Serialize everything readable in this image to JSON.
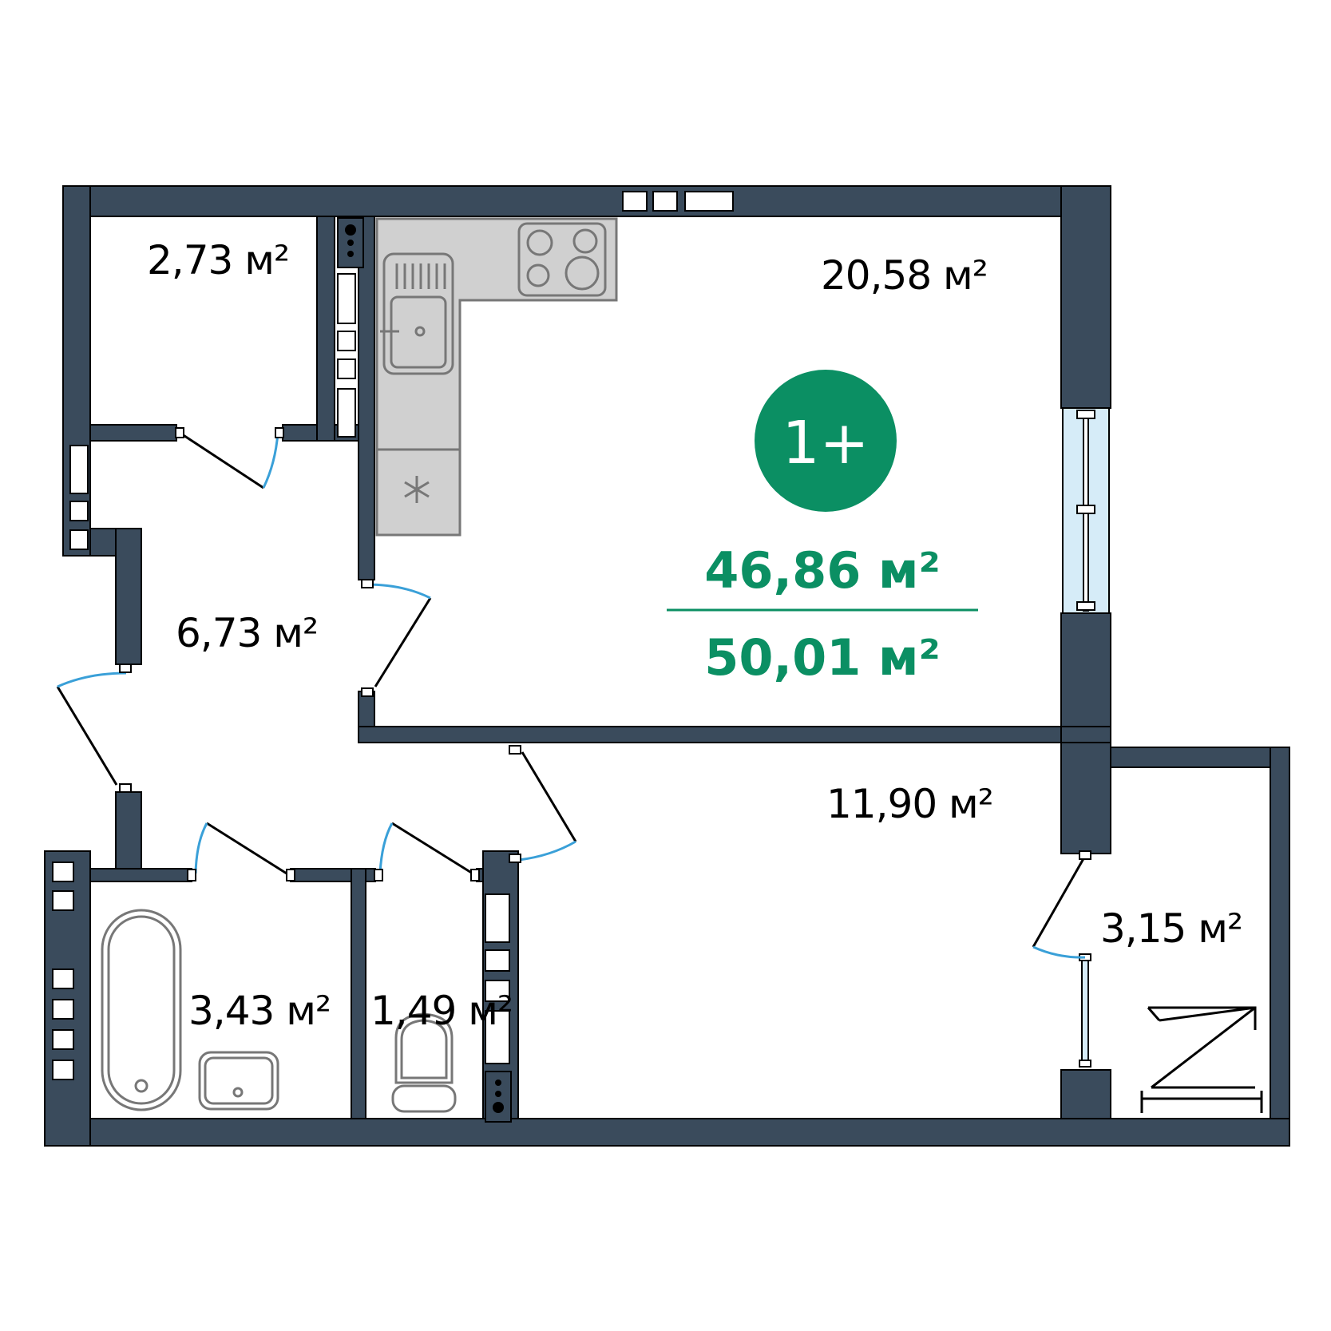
{
  "colors": {
    "wall": "#3a4b5c",
    "accent": "#0b8f63",
    "door_swing": "#3aa0d8",
    "kitchen_fill": "#d0d0d0",
    "kitchen_stroke": "#777777",
    "window_glass": "#d6ecf8"
  },
  "rooms": {
    "storage": "2,73 м²",
    "kitchen_living": "20,58 м²",
    "hallway": "6,73 м²",
    "bedroom": "11,90 м²",
    "bathroom": "3,43 м²",
    "toilet": "1,49 м²",
    "balcony": "3,15 м²"
  },
  "badge": {
    "rooms_label": "1+"
  },
  "totals": {
    "living_area": "46,86 м²",
    "total_area": "50,01 м²"
  },
  "icons": {
    "fridge": "snowflake-icon",
    "sink": "sink-icon",
    "stove": "stove-icon",
    "bathtub": "bathtub-icon",
    "washbasin": "washbasin-icon",
    "toilet": "toilet-icon",
    "drying_rack": "drying-rack-icon"
  }
}
